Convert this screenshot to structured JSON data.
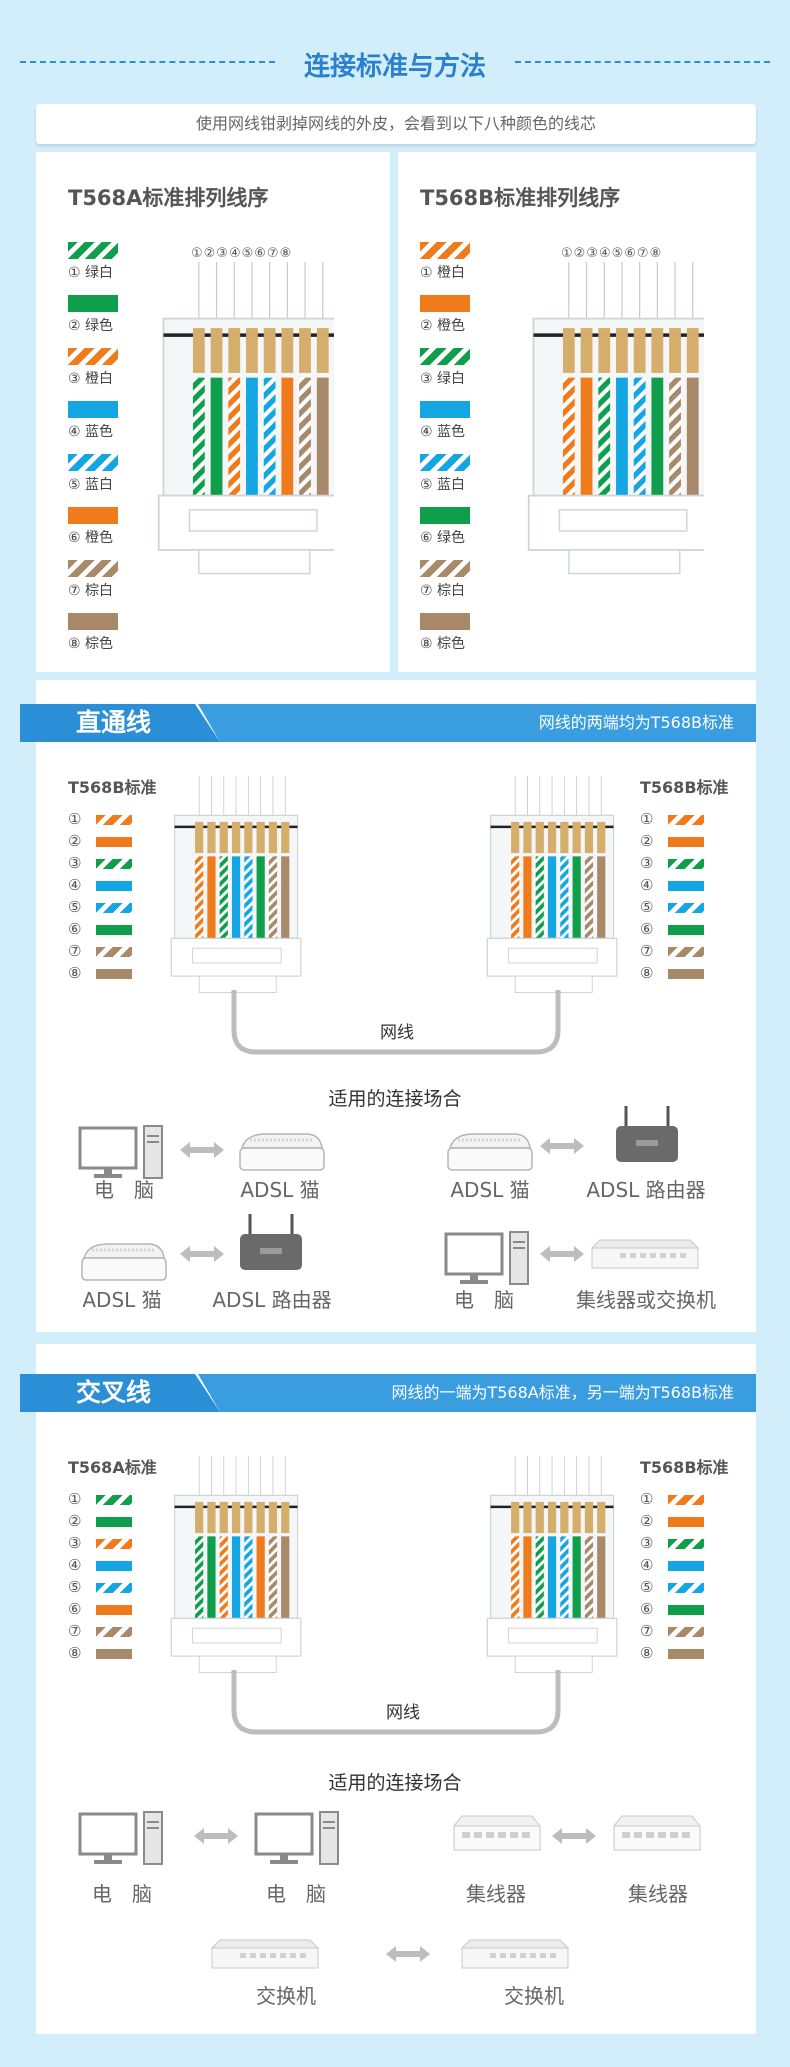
{
  "page": {
    "title": "连接标准与方法",
    "subtitle": "使用网线钳剥掉网线的外皮，会看到以下八种颜色的线芯"
  },
  "colors": {
    "orange": "#ef7b1d",
    "green": "#0e9e4c",
    "blue": "#13a6e3",
    "brown": "#a8896a",
    "accent": "#2a8fd6"
  },
  "t568a": {
    "title": "T568A标准排列线序",
    "pins": "①②③④⑤⑥⑦⑧",
    "legend": [
      {
        "label": "① 绿白",
        "color": "green",
        "striped": true
      },
      {
        "label": "② 绿色",
        "color": "green",
        "striped": false
      },
      {
        "label": "③ 橙白",
        "color": "orange",
        "striped": true
      },
      {
        "label": "④ 蓝色",
        "color": "blue",
        "striped": false
      },
      {
        "label": "⑤ 蓝白",
        "color": "blue",
        "striped": true
      },
      {
        "label": "⑥ 橙色",
        "color": "orange",
        "striped": false
      },
      {
        "label": "⑦ 棕白",
        "color": "brown",
        "striped": true
      },
      {
        "label": "⑧ 棕色",
        "color": "brown",
        "striped": false
      }
    ]
  },
  "t568b": {
    "title": "T568B标准排列线序",
    "pins": "①②③④⑤⑥⑦⑧",
    "legend": [
      {
        "label": "① 橙白",
        "color": "orange",
        "striped": true
      },
      {
        "label": "② 橙色",
        "color": "orange",
        "striped": false
      },
      {
        "label": "③ 绿白",
        "color": "green",
        "striped": true
      },
      {
        "label": "④ 蓝色",
        "color": "blue",
        "striped": false
      },
      {
        "label": "⑤ 蓝白",
        "color": "blue",
        "striped": true
      },
      {
        "label": "⑥ 绿色",
        "color": "green",
        "striped": false
      },
      {
        "label": "⑦ 棕白",
        "color": "brown",
        "striped": true
      },
      {
        "label": "⑧ 棕色",
        "color": "brown",
        "striped": false
      }
    ]
  },
  "numerals": [
    "①",
    "②",
    "③",
    "④",
    "⑤",
    "⑥",
    "⑦",
    "⑧"
  ],
  "straight": {
    "name": "直通线",
    "desc": "网线的两端均为T568B标准",
    "left_std": "T568B标准",
    "right_std": "T568B标准",
    "cable": "网线",
    "app_title": "适用的连接场合",
    "pairs": [
      [
        "电　脑",
        "ADSL 猫"
      ],
      [
        "ADSL 猫",
        "ADSL 路由器"
      ],
      [
        "ADSL 猫",
        "ADSL 路由器"
      ],
      [
        "电　脑",
        "集线器或交换机"
      ]
    ]
  },
  "cross": {
    "name": "交叉线",
    "desc": "网线的一端为T568A标准，另一端为T568B标准",
    "left_std": "T568A标准",
    "right_std": "T568B标准",
    "cable": "网线",
    "app_title": "适用的连接场合",
    "pairs": [
      [
        "电　脑",
        "电　脑"
      ],
      [
        "集线器",
        "集线器"
      ],
      [
        "交换机",
        "交换机"
      ]
    ]
  }
}
